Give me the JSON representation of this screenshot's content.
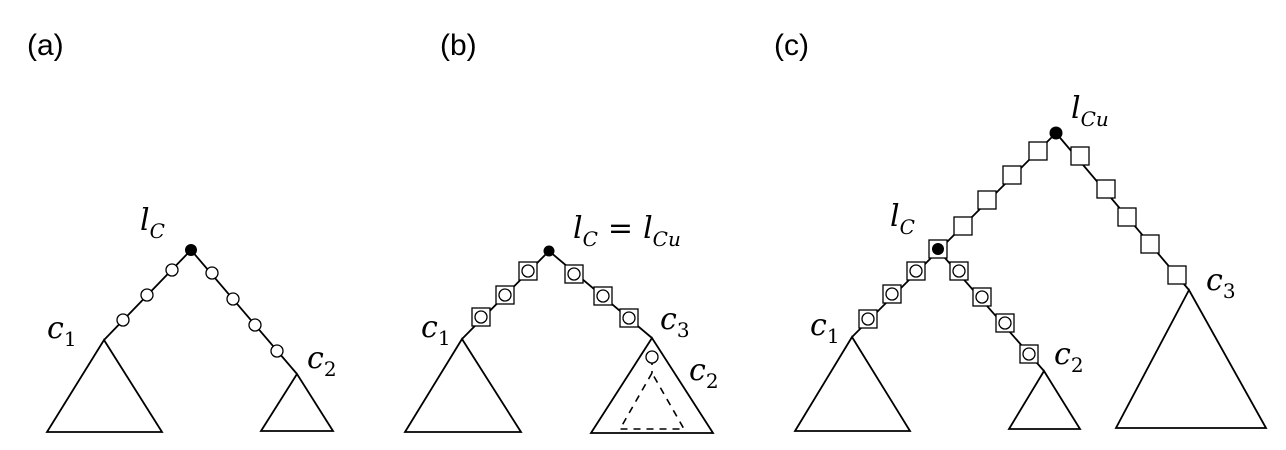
{
  "panels": [
    {
      "label": "(a)",
      "node_labels": {
        "lc": {
          "base": "l",
          "sub": "C"
        },
        "c1": {
          "base": "c",
          "sub": "1"
        },
        "c2": {
          "base": "c",
          "sub": "2"
        }
      }
    },
    {
      "label": "(b)",
      "node_labels": {
        "lc": {
          "base": "l",
          "sub": "C"
        },
        "equals": "=",
        "lcu": {
          "base": "l",
          "sub": "Cu"
        },
        "c1": {
          "base": "c",
          "sub": "1"
        },
        "c3": {
          "base": "c",
          "sub": "3"
        },
        "c2": {
          "base": "c",
          "sub": "2"
        }
      }
    },
    {
      "label": "(c)",
      "node_labels": {
        "lcu": {
          "base": "l",
          "sub": "Cu"
        },
        "lc": {
          "base": "l",
          "sub": "C"
        },
        "c1": {
          "base": "c",
          "sub": "1"
        },
        "c2": {
          "base": "c",
          "sub": "2"
        },
        "c3": {
          "base": "c",
          "sub": "3"
        }
      }
    }
  ],
  "marker_legend": {
    "circle": "circle-marker",
    "square": "square-marker",
    "root": "filled-dot"
  }
}
